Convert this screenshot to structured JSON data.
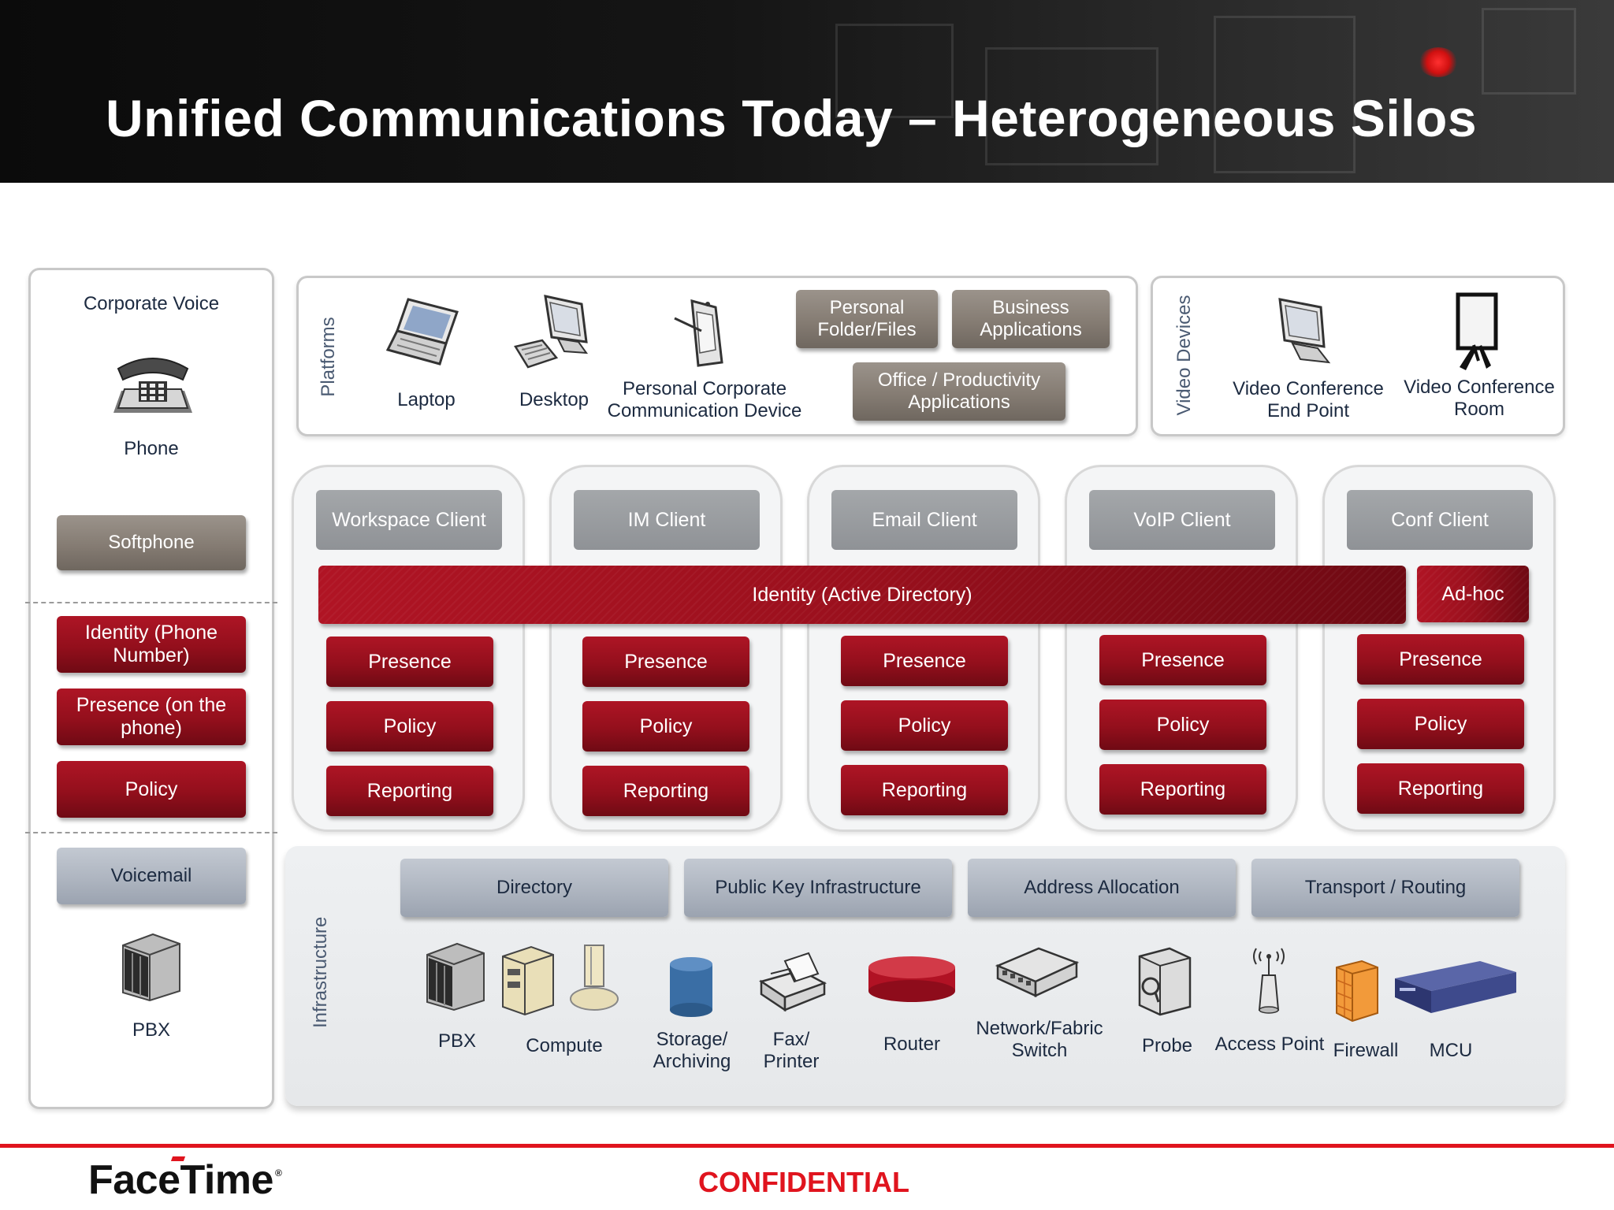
{
  "title": "Unified Communications Today – Heterogeneous Silos",
  "left_column": {
    "heading": "Corporate Voice",
    "phone_label": "Phone",
    "softphone": "Softphone",
    "identity": "Identity (Phone Number)",
    "presence": "Presence (on the phone)",
    "policy": "Policy",
    "voicemail": "Voicemail",
    "pbx_label": "PBX"
  },
  "platforms": {
    "side_label": "Platforms",
    "laptop": "Laptop",
    "desktop": "Desktop",
    "pcd": "Personal Corporate Communication Device",
    "personal_folder": "Personal Folder/Files",
    "business_apps": "Business Applications",
    "office_apps": "Office / Productivity Applications"
  },
  "video_devices": {
    "side_label": "Video Devices",
    "endpoint": "Video Conference End Point",
    "room": "Video Conference Room"
  },
  "clients": [
    "Workspace Client",
    "IM Client",
    "Email Client",
    "VoIP Client",
    "Conf Client"
  ],
  "identity_bar": "Identity (Active Directory)",
  "adhoc": "Ad-hoc",
  "silo_rows": {
    "presence": "Presence",
    "policy": "Policy",
    "reporting": "Reporting"
  },
  "infrastructure": {
    "side_label": "Infrastructure",
    "services": [
      "Directory",
      "Public Key Infrastructure",
      "Address Allocation",
      "Transport / Routing"
    ],
    "devices": {
      "pbx": "PBX",
      "compute": "Compute",
      "storage": "Storage/ Archiving",
      "fax": "Fax/ Printer",
      "router": "Router",
      "switch": "Network/Fabric Switch",
      "probe": "Probe",
      "ap": "Access Point",
      "firewall": "Firewall",
      "mcu": "MCU"
    }
  },
  "footer": {
    "logo": "FaceTime",
    "confidential": "CONFIDENTIAL"
  },
  "colors": {
    "accent_red": "#e0141e",
    "silo_red": "#930f1c",
    "header_bg": "#111111"
  }
}
